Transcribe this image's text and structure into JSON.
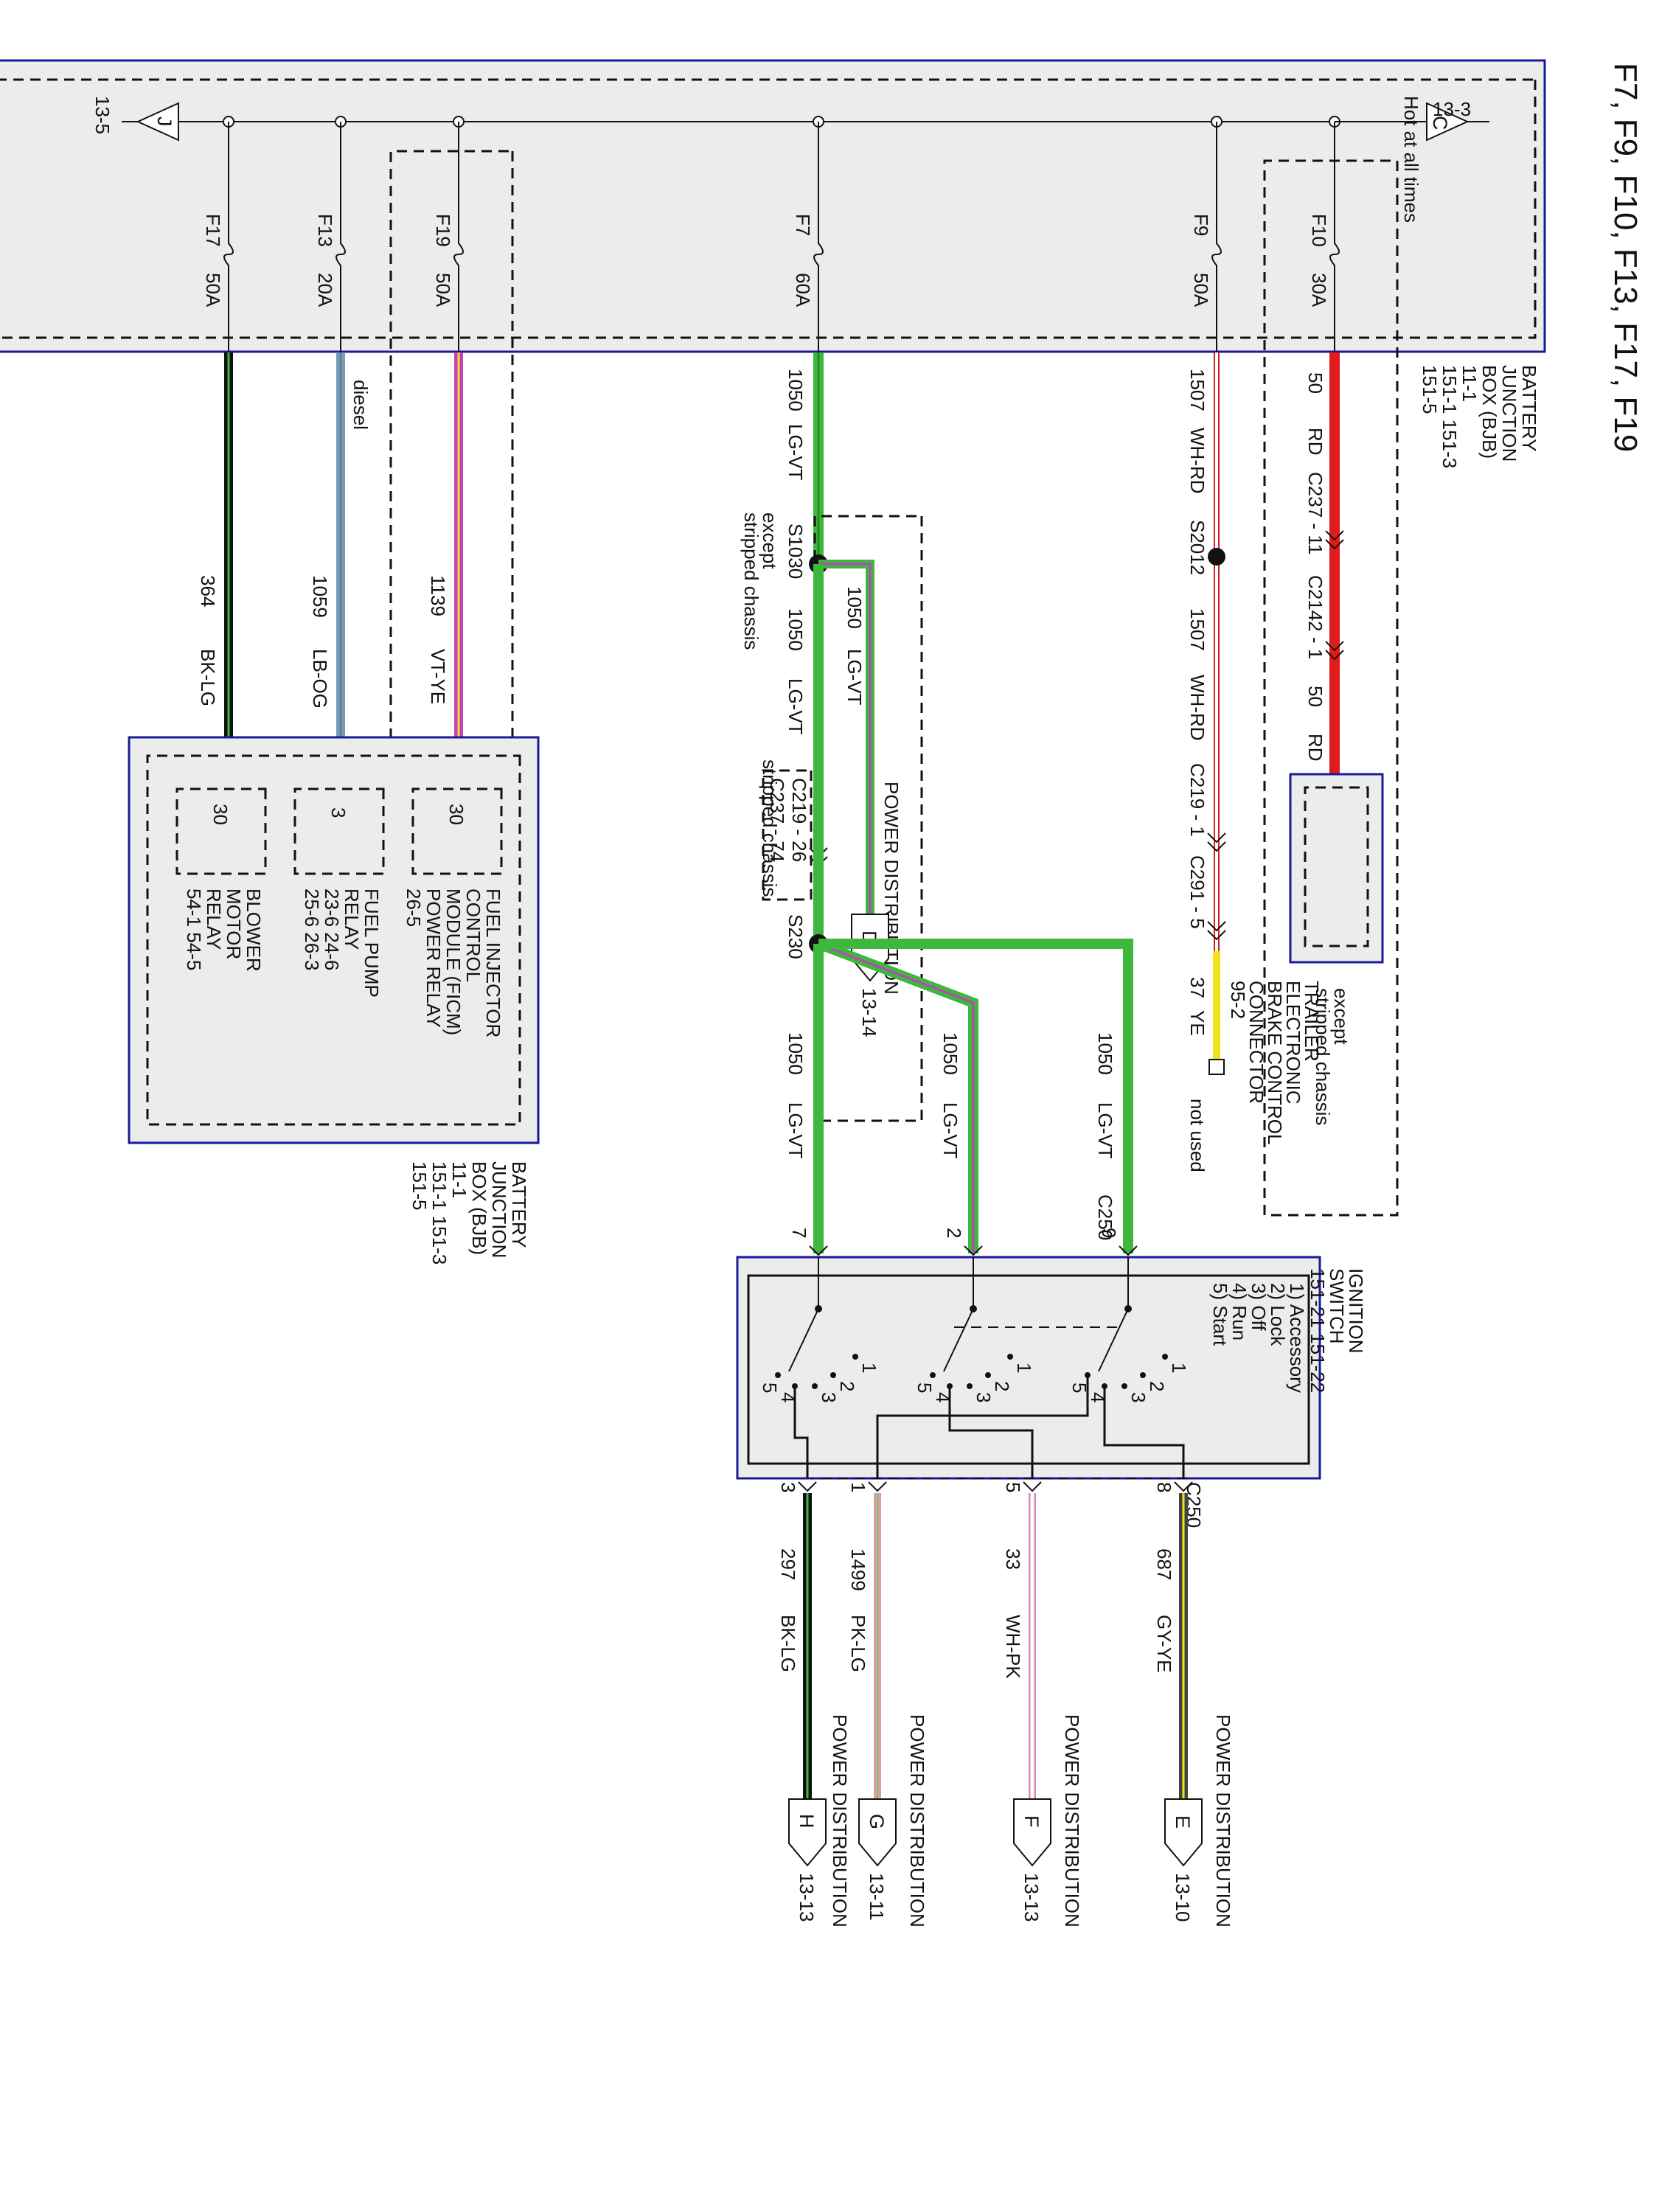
{
  "title": "F7, F9, F10, F13, F17, F19",
  "bjb_top": {
    "hot_label": "Hot at all times",
    "ref_right": "13-3",
    "ref_left": "13-5",
    "arrow_right": "C",
    "arrow_left": "J",
    "label_lines": [
      "BATTERY",
      "JUNCTION",
      "BOX (BJB)",
      "11-1",
      "151-1     151-3",
      "151-5"
    ],
    "fuses": [
      {
        "id": "F10",
        "amps": "30A"
      },
      {
        "id": "F9",
        "amps": "50A"
      },
      {
        "id": "F7",
        "amps": "60A"
      },
      {
        "id": "F19",
        "amps": "50A"
      },
      {
        "id": "F13",
        "amps": "20A"
      },
      {
        "id": "F17",
        "amps": "50A"
      }
    ]
  },
  "wires": {
    "f10": {
      "circuit": "50",
      "color_code": "RD",
      "conn1": "C237 - 11",
      "conn2": "C2142 - 1",
      "circuit2": "50",
      "color_code2": "RD"
    },
    "f9": {
      "circuit": "1507",
      "color_code": "WH-RD",
      "splice": "S2012",
      "circuit2": "1507",
      "color_code2": "WH-RD",
      "conn1": "C219 - 1",
      "conn2": "C291 - 5",
      "circuit3": "37",
      "color_code3": "YE",
      "not_used": "not used"
    },
    "f7": {
      "circuit": "1050",
      "color_code": "LG-VT",
      "splice1": "S1030",
      "except_lines": [
        "except",
        "stripped chassis"
      ],
      "branch_circuit": "1050",
      "branch_color": "LG-VT",
      "branch_dest": "POWER DISTRIBUTION",
      "branch_arrow": "D",
      "branch_ref": "13-14",
      "main2_circuit": "1050",
      "main2_color": "LG-VT",
      "stripped_label": "stripped chassis",
      "conn_a": "C219 - 26",
      "conn_b": "C237 - 74",
      "splice2": "S230",
      "legs": [
        {
          "circuit": "1050",
          "color_code": "LG-VT",
          "pin": "7"
        },
        {
          "circuit": "1050",
          "color_code": "LG-VT",
          "pin": "2"
        },
        {
          "circuit": "1050",
          "color_code": "LG-VT",
          "pin": "9"
        }
      ],
      "c250_top": "C250"
    },
    "f19": {
      "circuit": "1139",
      "color_code": "VT-YE"
    },
    "f13": {
      "circuit": "1059",
      "color_code": "LB-OG",
      "note": "diesel"
    },
    "f17": {
      "circuit": "364",
      "color_code": "BK-LG"
    }
  },
  "trailer": {
    "except_lines": [
      "except",
      "stripped chassis"
    ],
    "label_lines": [
      "TRAILER",
      "ELECTRONIC",
      "BRAKE CONTROL",
      "CONNECTOR",
      "95-2"
    ]
  },
  "bjb_bottom": {
    "label_lines": [
      "BATTERY",
      "JUNCTION",
      "BOX (BJB)",
      "11-1",
      "151-1     151-3",
      "151-5"
    ],
    "relays": [
      {
        "pin": "30",
        "lines": [
          "FUEL INJECTOR",
          "CONTROL",
          "MODULE (FICM)",
          "POWER RELAY",
          "26-5"
        ]
      },
      {
        "pin": "3",
        "lines": [
          "FUEL PUMP",
          "RELAY",
          "23-6        24-6",
          "25-6        26-3"
        ]
      },
      {
        "pin": "30",
        "lines": [
          "BLOWER",
          "MOTOR",
          "RELAY",
          "54-1        54-5"
        ]
      }
    ]
  },
  "ignition": {
    "label_lines": [
      "IGNITION",
      "SWITCH",
      "151-21     151-22"
    ],
    "positions": [
      "1) Accessory",
      "2) Lock",
      "3) Off",
      "4) Run",
      "5) Start"
    ],
    "contact_numbers": [
      "1",
      "2",
      "3",
      "4",
      "5"
    ],
    "c250_bottom": "C250",
    "outputs": [
      {
        "pin": "8",
        "circuit": "687",
        "color_code": "GY-YE",
        "dest": "POWER DISTRIBUTION",
        "arrow": "E",
        "ref": "13-10"
      },
      {
        "pin": "5",
        "circuit": "33",
        "color_code": "WH-PK",
        "dest": "POWER DISTRIBUTION",
        "arrow": "F",
        "ref": "13-13"
      },
      {
        "pin": "1",
        "circuit": "1499",
        "color_code": "PK-LG",
        "dest": "POWER DISTRIBUTION",
        "arrow": "G",
        "ref": "13-11"
      },
      {
        "pin": "3",
        "circuit": "297",
        "color_code": "BK-LG",
        "dest": "POWER DISTRIBUTION",
        "arrow": "H",
        "ref": "13-13"
      }
    ]
  },
  "colors": {
    "red": "#e01b1b",
    "green": "#3db83d",
    "violet": "#c040c0",
    "yellow": "#f2e21a",
    "blue_border": "#1a1a9e"
  }
}
